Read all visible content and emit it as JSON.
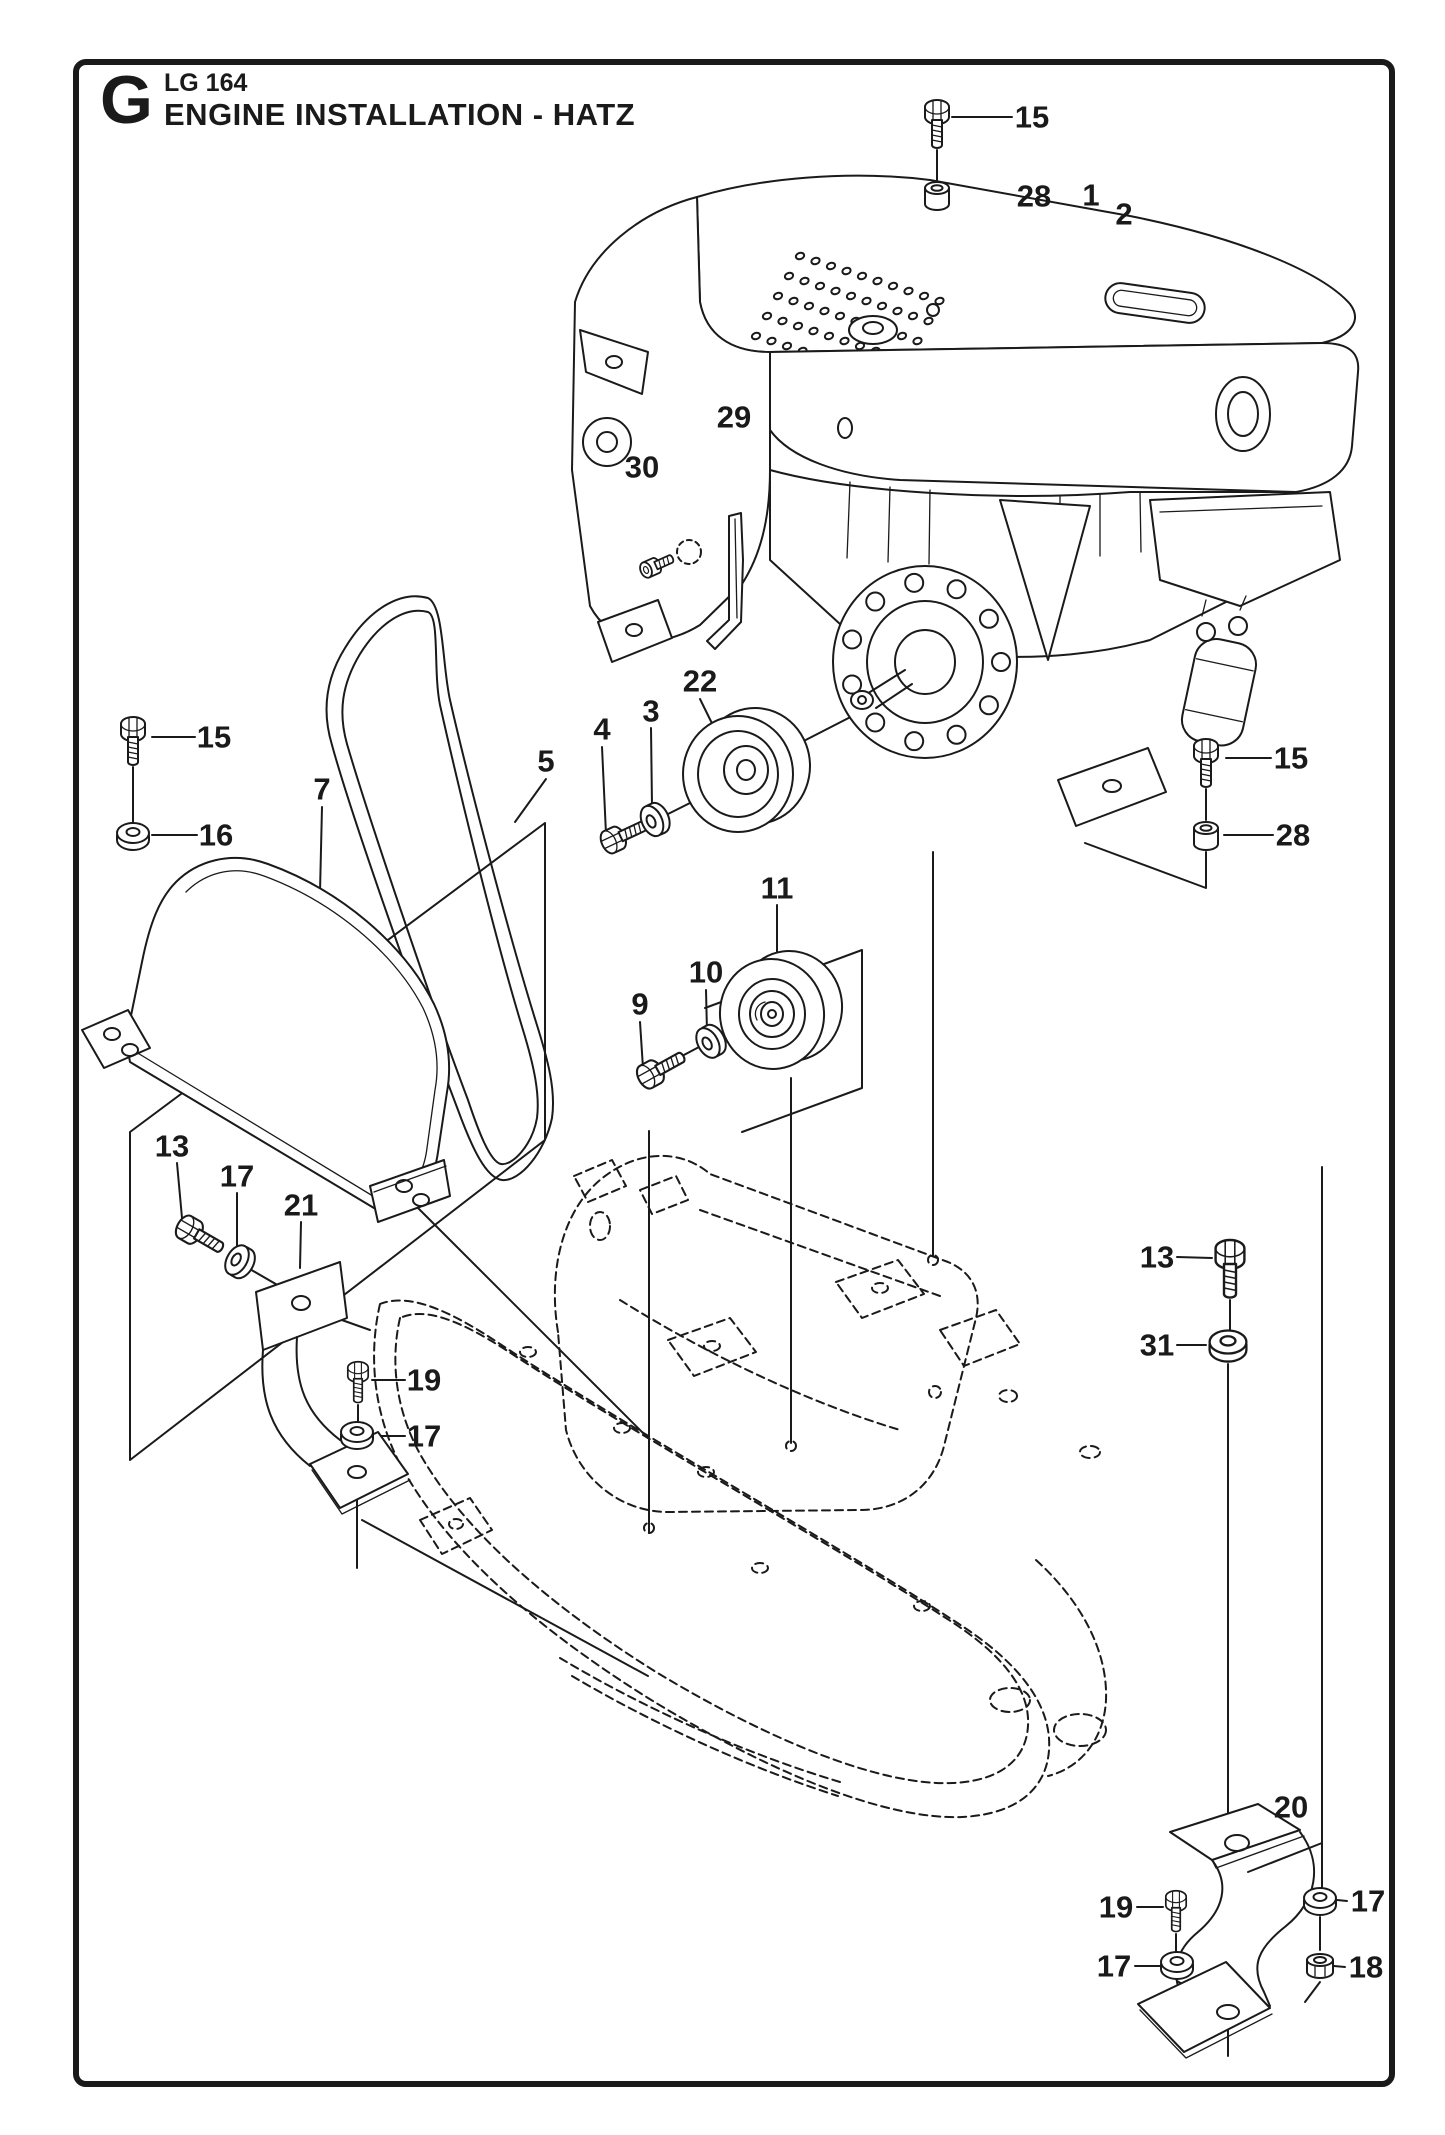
{
  "page": {
    "section_letter": "G",
    "model": "LG 164",
    "title": "ENGINE INSTALLATION - HATZ"
  },
  "colors": {
    "line": "#1a1a1a",
    "paper": "#ffffff"
  },
  "callouts": [
    {
      "label": "15"
    },
    {
      "label": "28"
    },
    {
      "label": "1"
    },
    {
      "label": "2"
    },
    {
      "label": "29"
    },
    {
      "label": "30"
    },
    {
      "label": "22"
    },
    {
      "label": "3"
    },
    {
      "label": "4"
    },
    {
      "label": "5"
    },
    {
      "label": "7"
    },
    {
      "label": "15"
    },
    {
      "label": "16"
    },
    {
      "label": "11"
    },
    {
      "label": "10"
    },
    {
      "label": "9"
    },
    {
      "label": "15"
    },
    {
      "label": "28"
    },
    {
      "label": "13"
    },
    {
      "label": "17"
    },
    {
      "label": "21"
    },
    {
      "label": "19"
    },
    {
      "label": "17"
    },
    {
      "label": "13"
    },
    {
      "label": "31"
    },
    {
      "label": "20"
    },
    {
      "label": "19"
    },
    {
      "label": "17"
    },
    {
      "label": "17"
    },
    {
      "label": "18"
    }
  ]
}
